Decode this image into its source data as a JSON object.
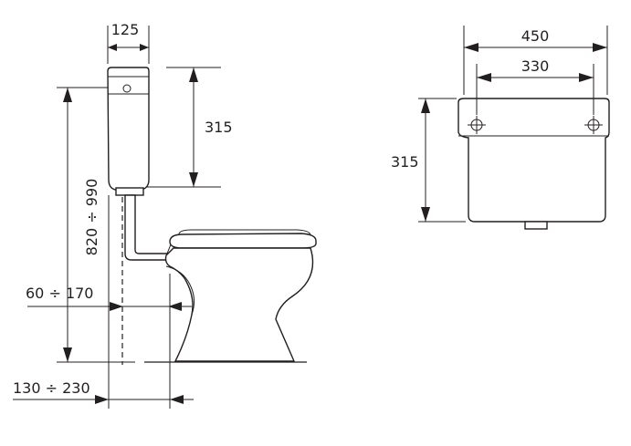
{
  "side_view": {
    "tank_depth": "125",
    "tank_height": "315",
    "height_range": "820 ÷ 990",
    "pipe_offset_range": "60 ÷ 170",
    "wall_distance_range": "130 ÷ 230"
  },
  "front_view": {
    "tank_width": "450",
    "hole_spacing": "330",
    "tank_height": "315"
  },
  "colors": {
    "line": "#231f20",
    "background": "#ffffff"
  }
}
